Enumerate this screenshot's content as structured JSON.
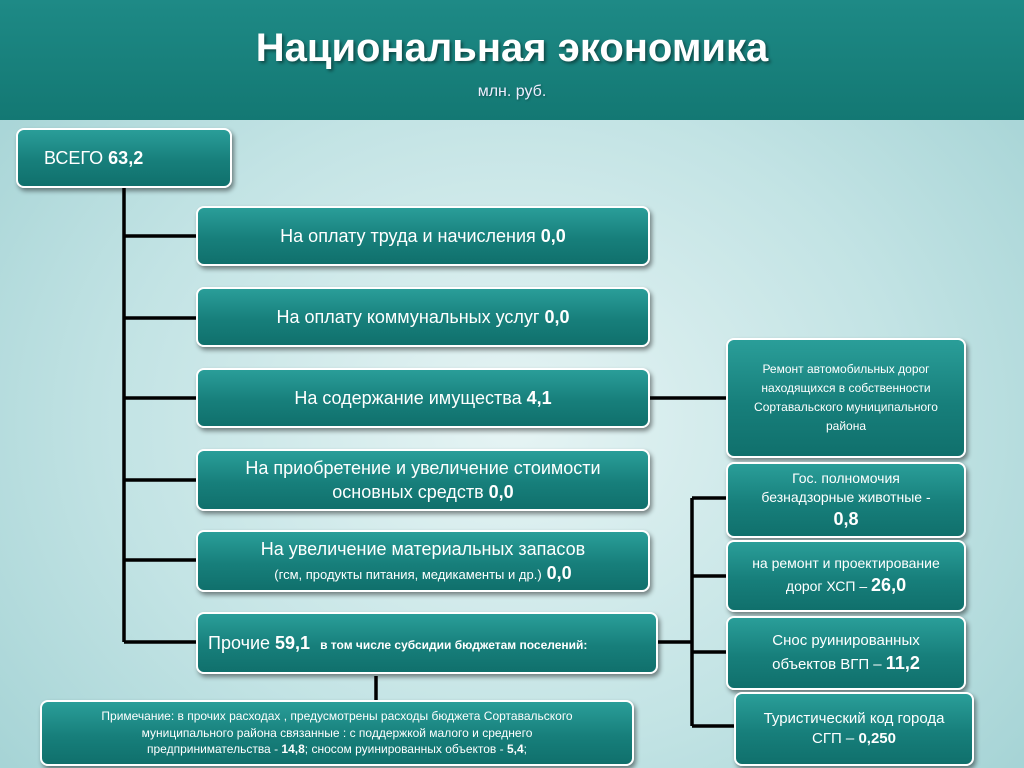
{
  "header": {
    "title": "Национальная экономика",
    "subtitle": "млн. руб."
  },
  "total": {
    "label": "ВСЕГО",
    "value": "63,2"
  },
  "items": [
    {
      "label": "На оплату труда и начисления",
      "value": "0,0"
    },
    {
      "label": "На оплату коммунальных услуг",
      "value": "0,0"
    },
    {
      "label": "На содержание имущества",
      "value": "4,1"
    },
    {
      "label_line1": "На приобретение и увеличение стоимости",
      "label_line2": "основных средств",
      "value": "0,0"
    },
    {
      "label_line1": "На увеличение материальных запасов",
      "label_line2": "(гсм, продукты питания, медикаменты и др.)",
      "value": "0,0"
    }
  ],
  "other": {
    "label": "Прочие",
    "value": "59,1",
    "suffix": "в том числе субсидии бюджетам поселений:"
  },
  "road_repair": {
    "text": "Ремонт автомобильных дорог находящихся в собственности Сортавальского муниципального района"
  },
  "subsidies": [
    {
      "label_line1": "Гос. полномочия",
      "label_line2": "безнадзорные животные -",
      "value": "0,8"
    },
    {
      "label_line1": "на ремонт и проектирование",
      "label_line2": "дорог ХСП –",
      "value": "26,0"
    },
    {
      "label_line1": "Снос руинированных",
      "label_line2": "объектов ВГП –",
      "value": "11,2"
    },
    {
      "label_line1": "Туристический код города",
      "label_line2": "СГП –",
      "value": "0,250"
    }
  ],
  "note": {
    "line1": "Примечание: в прочих расходах , предусмотрены расходы бюджета Сортавальского",
    "line2": "муниципального района связанные : с поддержкой малого и среднего",
    "line3_a": "предпринимательства -",
    "line3_v1": "14,8",
    "line3_b": "; сносом руинированных объектов -",
    "line3_v2": "5,4",
    "line3_c": ";"
  }
}
